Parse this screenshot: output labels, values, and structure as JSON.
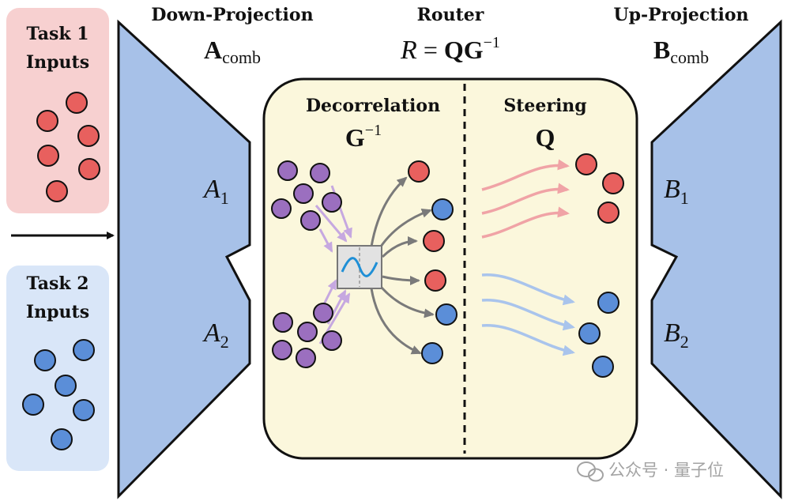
{
  "headers": {
    "down_projection": "Down-Projection",
    "down_symbol_main": "A",
    "down_symbol_sub": "comb",
    "router": "Router",
    "router_formula_lhs": "R",
    "router_formula_eq": "=",
    "router_formula_rhs": "QG",
    "router_formula_exp": "−1",
    "up_projection": "Up-Projection",
    "up_symbol_main": "B",
    "up_symbol_sub": "comb"
  },
  "tasks": [
    {
      "label_line1": "Task 1",
      "label_line2": "Inputs",
      "color": "#e8605e",
      "bg": "#f7d0d0"
    },
    {
      "label_line1": "Task 2",
      "label_line2": "Inputs",
      "color": "#5b8ed8",
      "bg": "#d9e6f8"
    }
  ],
  "projections": {
    "a1_main": "A",
    "a1_sub": "1",
    "a2_main": "A",
    "a2_sub": "2",
    "b1_main": "B",
    "b1_sub": "1",
    "b2_main": "B",
    "b2_sub": "2",
    "fill": "#a7c1e8"
  },
  "router_box": {
    "bg": "#fbf7dc",
    "decorrelation_title": "Decorrelation",
    "decorrelation_symbol": "G",
    "decorrelation_exp": "−1",
    "steering_title": "Steering",
    "steering_symbol": "Q"
  },
  "colors": {
    "red": "#e8605e",
    "blue": "#5b8ed8",
    "purple": "#9b6fbf",
    "purple_arrow": "#c6a8e0",
    "gray_arrow": "#7a7a7a",
    "red_arrow": "#f0a3a6",
    "blue_arrow": "#a9c4ec"
  },
  "watermark": "公众号 · 量子位",
  "icons": [
    "right-arrow-icon",
    "wave-icon",
    "wechat-icon"
  ]
}
